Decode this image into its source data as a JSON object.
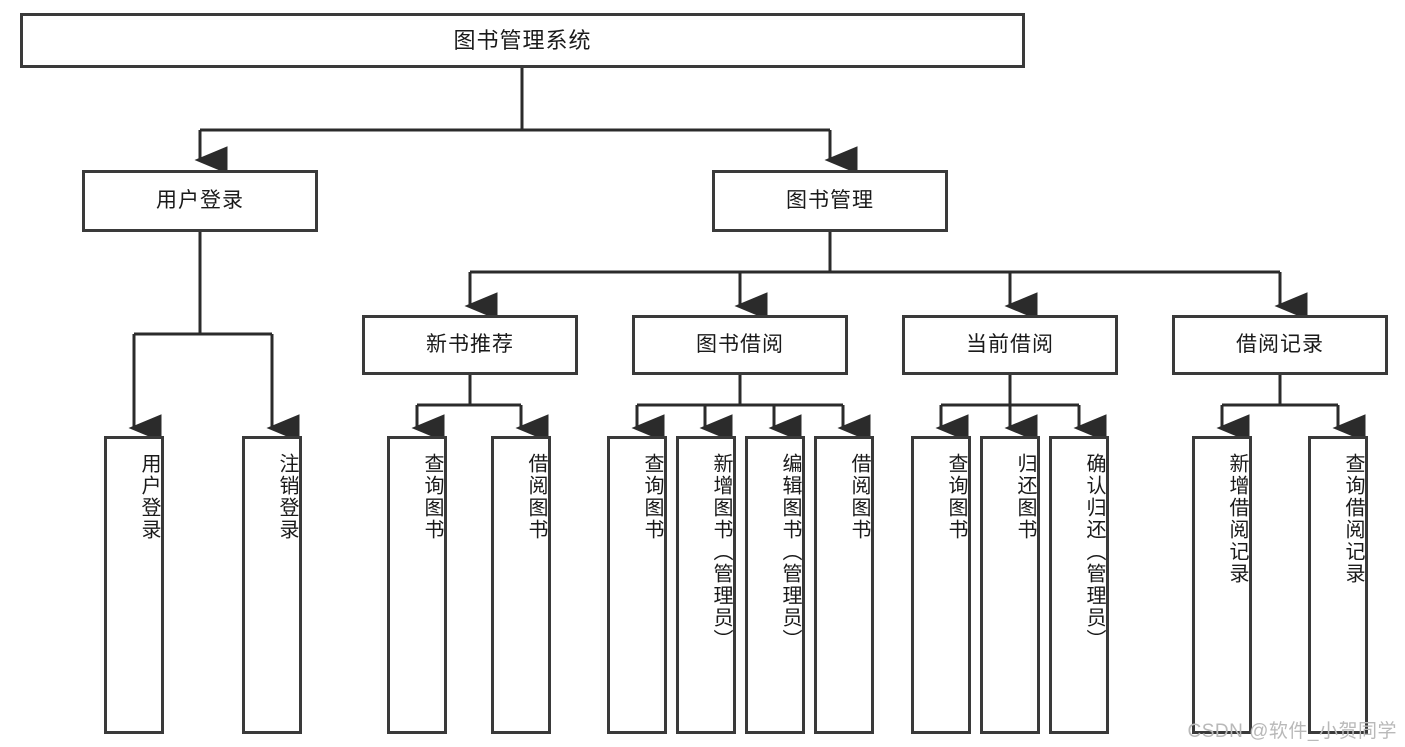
{
  "diagram": {
    "title": "图书管理系统",
    "watermark": "CSDN @软件_小贺同学",
    "colors": {
      "box_border": "#3a3a3a",
      "box_fill": "#ffffff",
      "line": "#2b2b2b",
      "text": "#1a1a1a",
      "watermark": "#b9b9b9",
      "background": "#ffffff"
    },
    "root": {
      "label": "图书管理系统"
    },
    "level2": [
      {
        "label": "用户登录"
      },
      {
        "label": "图书管理"
      }
    ],
    "level3": [
      {
        "label": "新书推荐"
      },
      {
        "label": "图书借阅"
      },
      {
        "label": "当前借阅"
      },
      {
        "label": "借阅记录"
      }
    ],
    "leaves": {
      "user_login": [
        {
          "label": "用户登录"
        },
        {
          "label": "注销登录"
        }
      ],
      "new_book_recommend": [
        {
          "label": "查询图书"
        },
        {
          "label": "借阅图书"
        }
      ],
      "book_borrow": [
        {
          "label": "查询图书"
        },
        {
          "label": "新增图书（管理员）"
        },
        {
          "label": "编辑图书（管理员）"
        },
        {
          "label": "借阅图书"
        }
      ],
      "current_borrow": [
        {
          "label": "查询图书"
        },
        {
          "label": "归还图书"
        },
        {
          "label": "确认归还（管理员）"
        }
      ],
      "borrow_record": [
        {
          "label": "新增借阅记录"
        },
        {
          "label": "查询借阅记录"
        }
      ]
    }
  }
}
